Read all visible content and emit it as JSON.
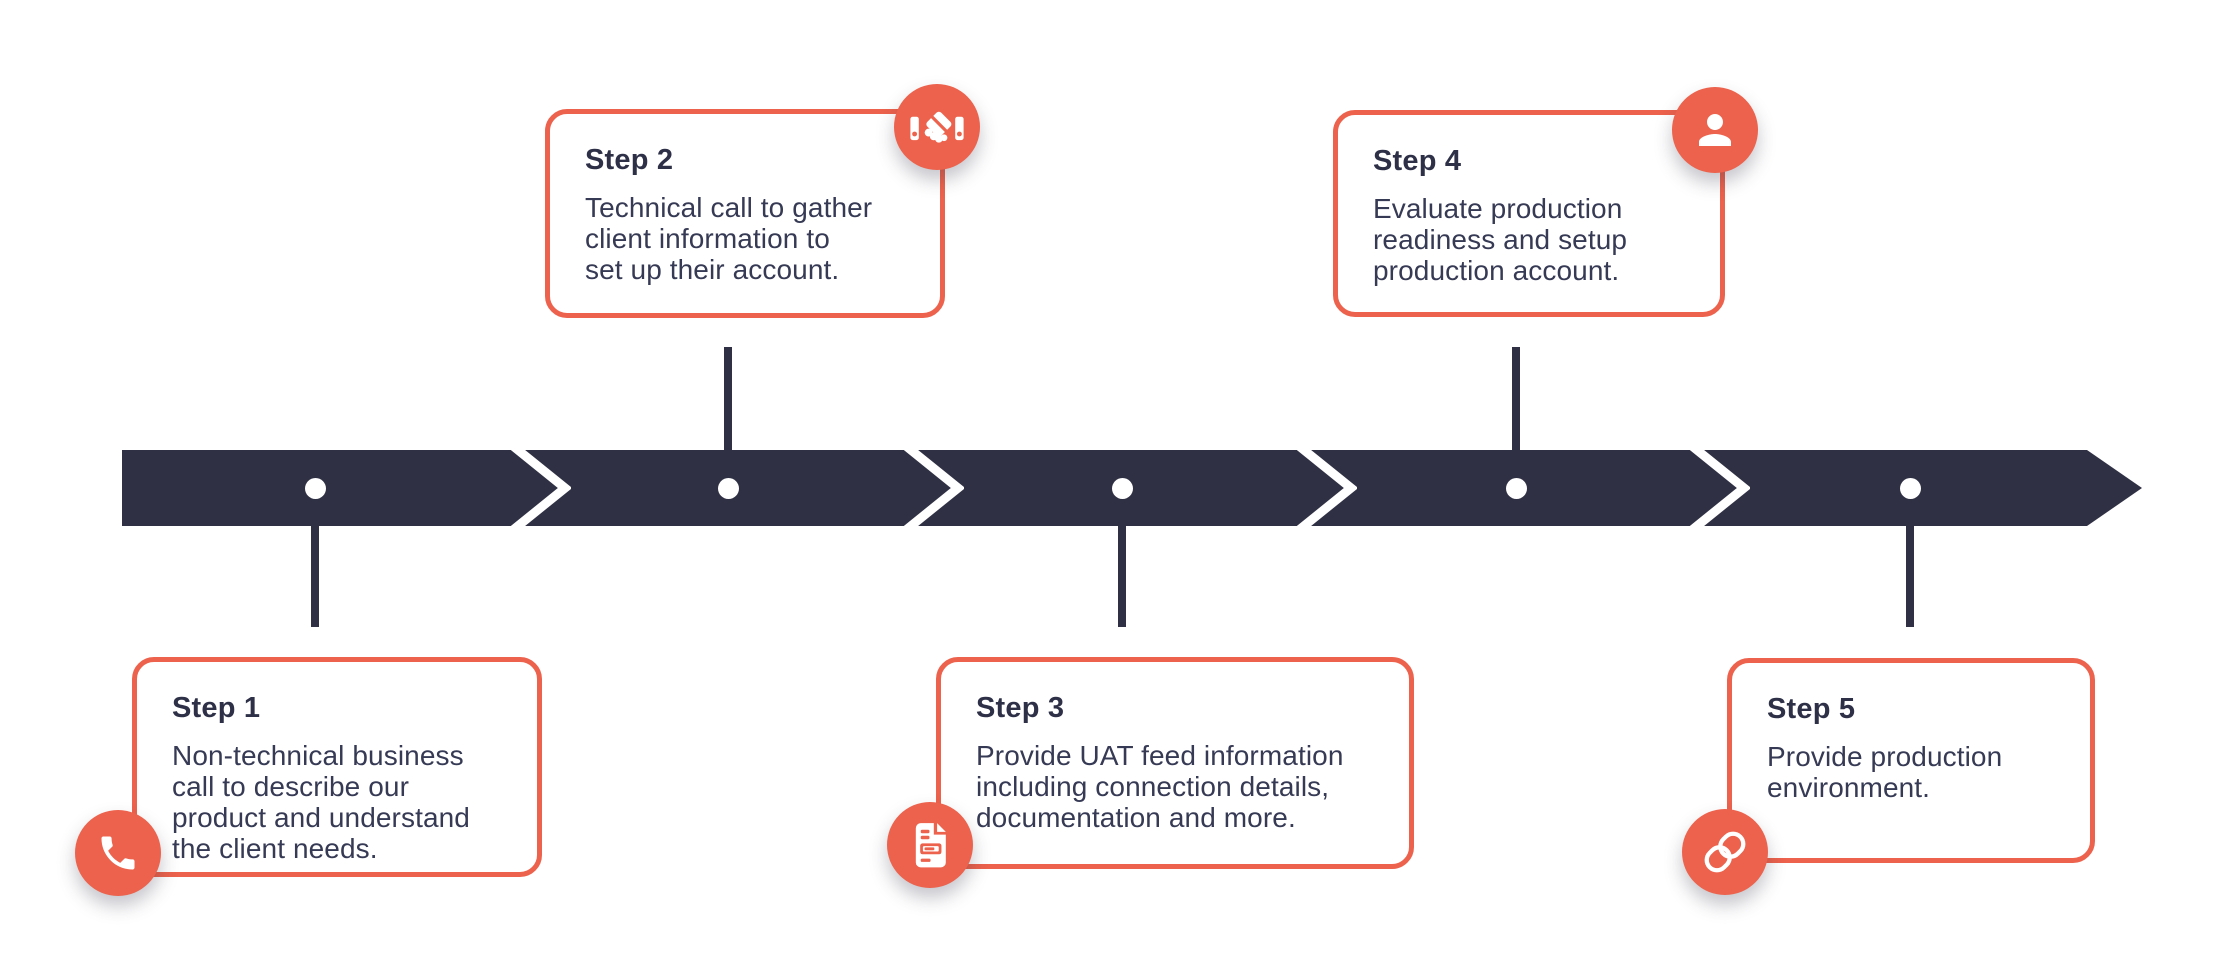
{
  "colors": {
    "accent": "#EC624C",
    "timeline_band": "#2F3044",
    "title_text": "#2D3047",
    "body_text": "#363A54",
    "card_background": "#FFFFFF",
    "page_background": "#FFFFFF",
    "icon_foreground": "#FFFFFF"
  },
  "timeline": {
    "segments": 5,
    "chevron_separators": 4,
    "arrow_direction": "right"
  },
  "steps": [
    {
      "title": "Step 1",
      "description": "Non-technical business\ncall to describe our\nproduct and understand\nthe client needs.",
      "icon": "phone-icon",
      "card_position": "below-timeline"
    },
    {
      "title": "Step 2",
      "description": "Technical call to gather\nclient information to\nset up their account.",
      "icon": "handshake-icon",
      "card_position": "above-timeline"
    },
    {
      "title": "Step 3",
      "description": "Provide UAT feed information\nincluding connection details,\ndocumentation and more.",
      "icon": "document-icon",
      "card_position": "below-timeline"
    },
    {
      "title": "Step 4",
      "description": "Evaluate production\nreadiness and setup\nproduction account.",
      "icon": "user-icon",
      "card_position": "above-timeline"
    },
    {
      "title": "Step 5",
      "description": "Provide production\nenvironment.",
      "icon": "link-icon",
      "card_position": "below-timeline"
    }
  ]
}
